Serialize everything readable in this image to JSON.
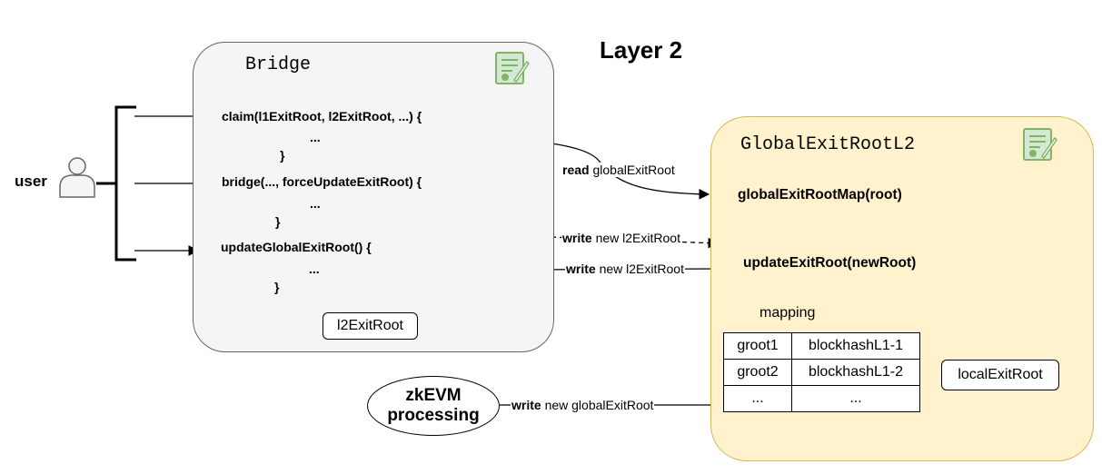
{
  "title": "Layer 2",
  "user": {
    "label": "user"
  },
  "bridge": {
    "title": "Bridge",
    "claim": {
      "line1": "claim(l1ExitRoot, l2ExitRoot, ...) {",
      "line2": "...",
      "line3": "}"
    },
    "bridge_fn": {
      "line1": "bridge(..., forceUpdateExitRoot) {",
      "line2": "...",
      "line3": "}"
    },
    "update": {
      "line1": "updateGlobalExitRoot() {",
      "line2": "...",
      "line3": "}"
    },
    "storage": "l2ExitRoot"
  },
  "global_exit_root": {
    "title": "GlobalExitRootL2",
    "map_fn": "globalExitRootMap(root)",
    "update_fn": "updateExitRoot(newRoot)",
    "mapping_label": "mapping",
    "mapping_rows": [
      [
        "groot1",
        "blockhashL1-1"
      ],
      [
        "groot2",
        "blockhashL1-2"
      ],
      [
        "...",
        "..."
      ]
    ],
    "local": "localExitRoot"
  },
  "zkevm": {
    "line1": "zkEVM",
    "line2": "processing"
  },
  "arrows": {
    "read": {
      "verb": "read",
      "rest": "globalExitRoot"
    },
    "write_dashed": {
      "verb": "write",
      "rest": "new l2ExitRoot"
    },
    "write_solid": {
      "verb": "write",
      "rest": "new l2ExitRoot"
    },
    "write_global": {
      "verb": "write",
      "rest": "new globalExitRoot"
    }
  },
  "colors": {
    "bridge_fill": "#f5f5f5",
    "bridge_stroke": "#666666",
    "ger_fill": "#fff2cc",
    "ger_stroke": "#d6b656",
    "contract_icon": "#82b366"
  }
}
